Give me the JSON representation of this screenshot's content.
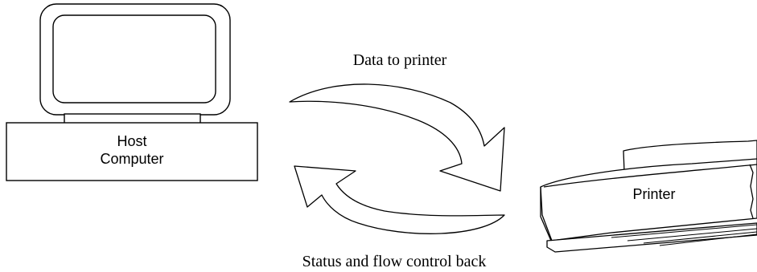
{
  "diagram": {
    "host": {
      "line1": "Host",
      "line2": "Computer"
    },
    "printer": {
      "label": "Printer"
    },
    "arrows": {
      "to_printer": "Data to printer",
      "from_printer": "Status and flow control back"
    }
  }
}
